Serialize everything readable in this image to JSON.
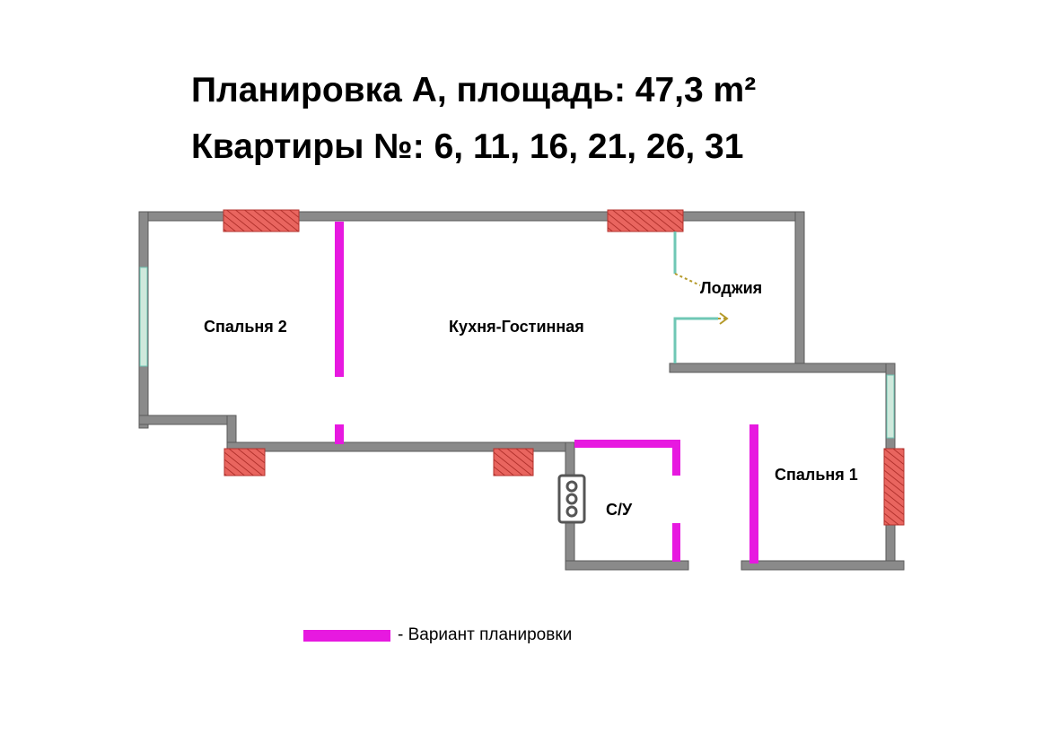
{
  "title": {
    "line1": "Планировка А, площадь: 47,3 m²",
    "line2": "Квартиры №: 6, 11, 16, 21, 26, 31"
  },
  "rooms": {
    "bedroom2": "Спальня 2",
    "kitchen_living": "Кухня-Гостинная",
    "loggia": "Лоджия",
    "bathroom": "С/У",
    "bedroom1": "Спальня 1"
  },
  "legend": {
    "text": "- Вариант планировки",
    "color": "#e719e0"
  },
  "colors": {
    "wall": "#8a8a8a",
    "wall_edge": "#5a5a5a",
    "window_brick": "#e9655f",
    "window_glass": "#cfe9dc",
    "partition_option": "#e719e0",
    "door_teal": "#6fc7b5",
    "door_arrow": "#b59a2a"
  }
}
